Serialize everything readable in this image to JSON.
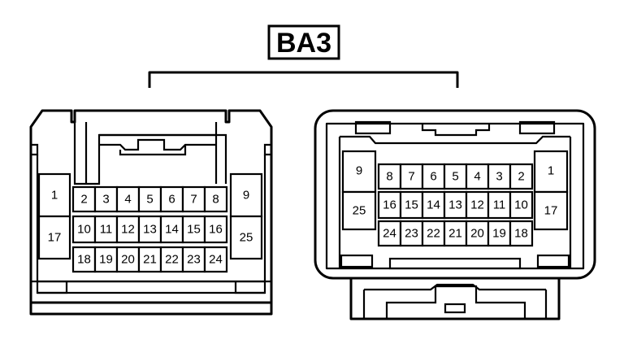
{
  "title": "BA3",
  "connectors": [
    {
      "id": "left",
      "pins": [
        {
          "label": "1"
        },
        {
          "label": "17"
        },
        {
          "label": "2"
        },
        {
          "label": "3"
        },
        {
          "label": "4"
        },
        {
          "label": "5"
        },
        {
          "label": "6"
        },
        {
          "label": "7"
        },
        {
          "label": "8"
        },
        {
          "label": "10"
        },
        {
          "label": "11"
        },
        {
          "label": "12"
        },
        {
          "label": "13"
        },
        {
          "label": "14"
        },
        {
          "label": "15"
        },
        {
          "label": "16"
        },
        {
          "label": "18"
        },
        {
          "label": "19"
        },
        {
          "label": "20"
        },
        {
          "label": "21"
        },
        {
          "label": "22"
        },
        {
          "label": "23"
        },
        {
          "label": "24"
        },
        {
          "label": "9"
        },
        {
          "label": "25"
        }
      ]
    },
    {
      "id": "right",
      "pins": [
        {
          "label": "9"
        },
        {
          "label": "25"
        },
        {
          "label": "8"
        },
        {
          "label": "7"
        },
        {
          "label": "6"
        },
        {
          "label": "5"
        },
        {
          "label": "4"
        },
        {
          "label": "3"
        },
        {
          "label": "2"
        },
        {
          "label": "16"
        },
        {
          "label": "15"
        },
        {
          "label": "14"
        },
        {
          "label": "13"
        },
        {
          "label": "12"
        },
        {
          "label": "11"
        },
        {
          "label": "10"
        },
        {
          "label": "24"
        },
        {
          "label": "23"
        },
        {
          "label": "22"
        },
        {
          "label": "21"
        },
        {
          "label": "20"
        },
        {
          "label": "19"
        },
        {
          "label": "18"
        },
        {
          "label": "1"
        },
        {
          "label": "17"
        }
      ]
    }
  ]
}
